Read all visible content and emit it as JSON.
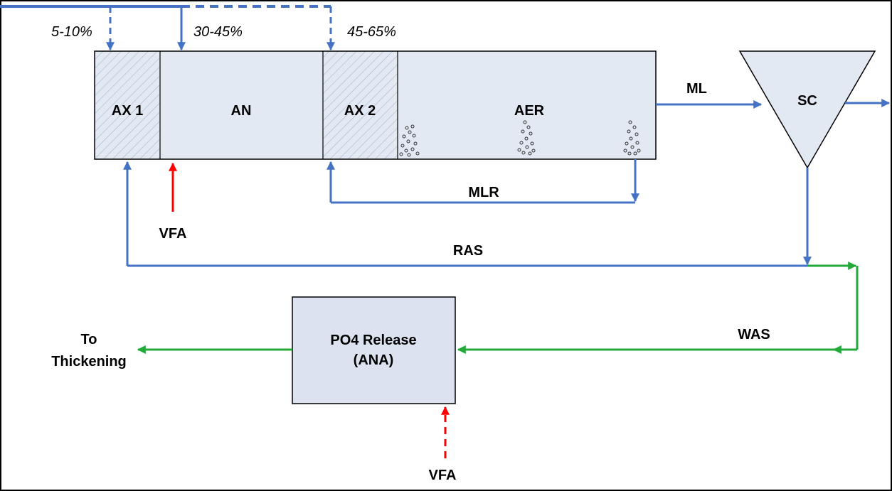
{
  "colors": {
    "flow_blue": "#4472C4",
    "flow_green": "#22A939",
    "vfa_red": "#FF0000",
    "tank_fill": "#E3E9F3",
    "box_fill": "#DCE2EF",
    "hatch": "#A9B5CF",
    "border": "#000000"
  },
  "splits": {
    "ax1": "5-10%",
    "an": "30-45%",
    "ax2": "45-65%"
  },
  "zones": {
    "ax1": "AX 1",
    "an": "AN",
    "ax2": "AX 2",
    "aer": "AER"
  },
  "clarifier": "SC",
  "flows": {
    "ml": "ML",
    "mlr": "MLR",
    "ras": "RAS",
    "was": "WAS",
    "vfa_top": "VFA",
    "vfa_bottom": "VFA"
  },
  "release_box": {
    "line1": "PO4 Release",
    "line2": "(ANA)"
  },
  "outlet": {
    "line1": "To",
    "line2": "Thickening"
  }
}
